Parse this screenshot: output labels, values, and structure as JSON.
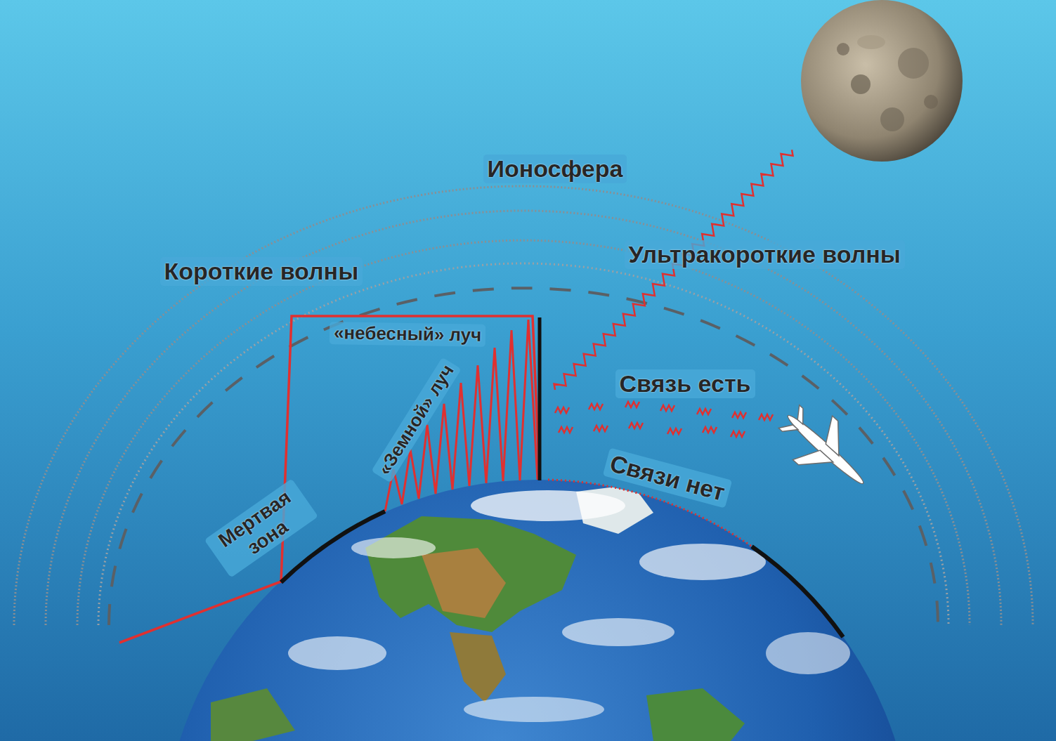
{
  "diagram": {
    "labels": [
      "Ионосфера",
      "Ультракороткие волны",
      "Короткие волны",
      "«небесный» луч",
      "Связь есть",
      "«Земной» луч",
      "Связи нет",
      "Мертвая зона"
    ]
  }
}
